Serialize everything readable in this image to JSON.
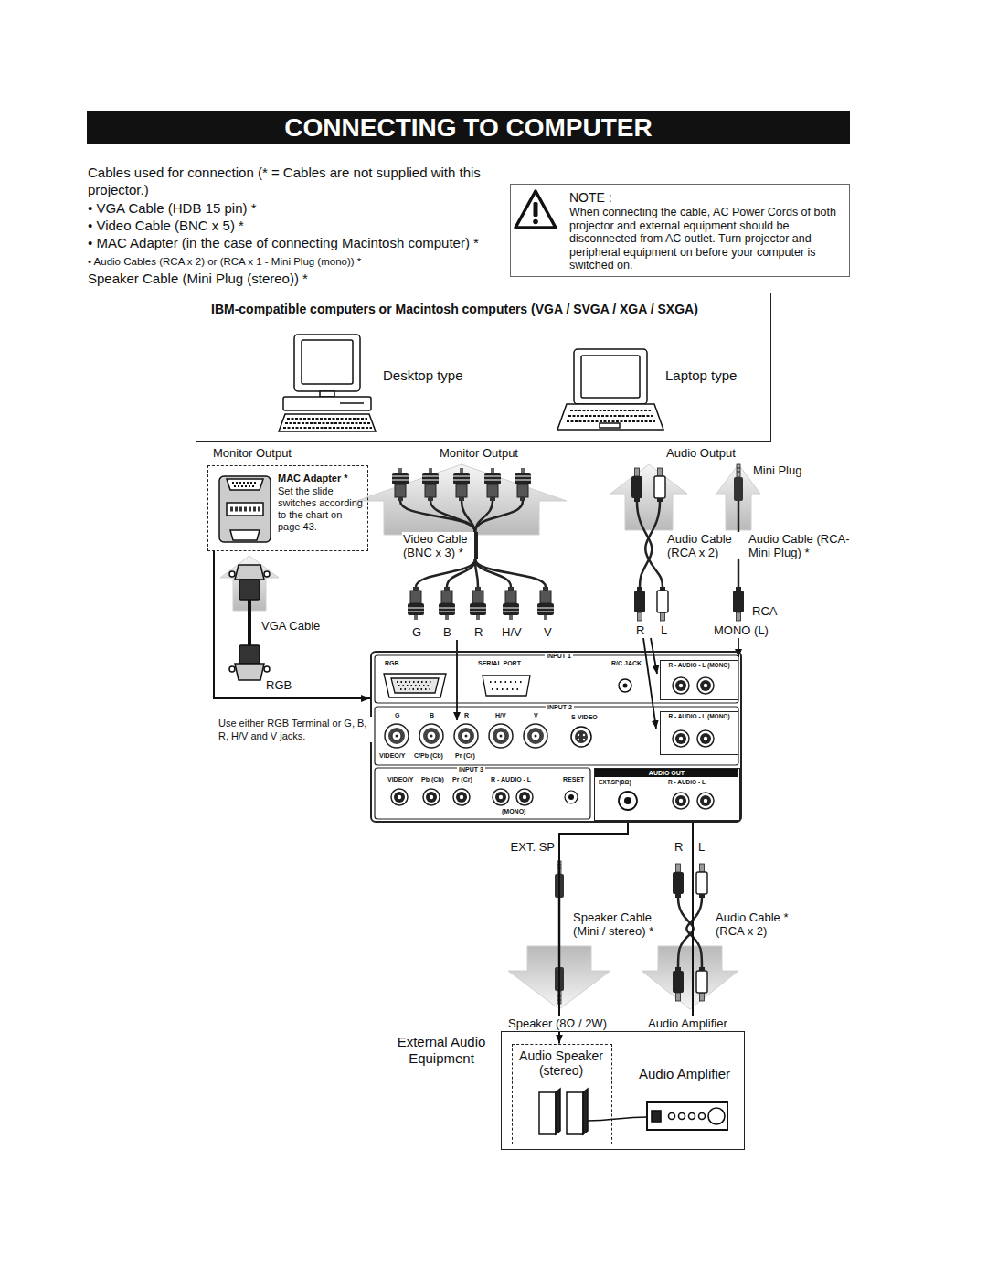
{
  "diagram": {
    "title": "CONNECTING TO COMPUTER",
    "nodes": [
      {
        "text": [
          "NOTE :",
          "When connecting the cable, AC Power Cords of both projector and external equipment should be disconnected from AC outlet. Turn projector and peripheral equipment on before your computer is switched on."
        ]
      },
      {
        "text": [
          "IBM-compatible computers or Macintosh computers (VGA / SVGA / XGA / SXGA)",
          "Desktop type",
          "Laptop type"
        ]
      },
      {
        "text": [
          "MAC Adapter *",
          "Set the slide switches according to the chart on page 43."
        ]
      },
      {
        "text": [
          "INPUT 1",
          "INPUT 2",
          "INPUT 3"
        ]
      },
      {
        "text": [
          "R - AUDIO - L (MONO)"
        ],
        "in": 3
      },
      {
        "text": [
          "R - AUDIO - L (MONO)"
        ],
        "in": 3
      },
      {
        "text": [
          "AUDIO OUT",
          "EXT.SP(8Ω)",
          "R - AUDIO - L"
        ],
        "in": 3
      },
      {
        "text": [
          "External Audio Equipment",
          "Audio Amplifier"
        ]
      },
      {
        "text": [
          "Audio Speaker (stereo)"
        ],
        "in": 7
      }
    ],
    "edges": [
      {
        "from": 2,
        "to": 3,
        "arrow": "to"
      },
      {
        "from": 6,
        "to": 8,
        "arrow": "to"
      },
      {
        "from": 6,
        "to": 7,
        "arrow": "to"
      }
    ],
    "labels": [
      "Cables used for connection (* = Cables are not supplied with this projector.)",
      "• VGA Cable (HDB 15 pin) *",
      "• Video Cable (BNC x 5) *",
      "• MAC Adapter (in the case of connecting Macintosh computer) *",
      "• Audio Cables (RCA x 2) or (RCA x 1 - Mini Plug (mono)) *",
      "Speaker Cable (Mini Plug (stereo)) *",
      "Monitor Output",
      "Monitor Output",
      "Audio Output",
      "Mini Plug",
      "Video Cable (BNC x 3) *",
      "Audio Cable (RCA x 2)",
      "Audio Cable (RCA-Mini Plug) *",
      "VGA Cable",
      "G",
      "B",
      "R",
      "H/V",
      "V",
      "R",
      "L",
      "RCA",
      "MONO (L)",
      "RGB",
      "Use either RGB Terminal or G, B, R, H/V and V jacks.",
      "RGB",
      "SERIAL PORT",
      "R/C JACK",
      "G",
      "B",
      "R",
      "H/V",
      "V",
      "S-VIDEO",
      "VIDEO/Y",
      "C/Pb (Cb)",
      "Pr (Cr)",
      "VIDEO/Y",
      "Pb (Cb)",
      "Pr (Cr)",
      "R - AUDIO - L",
      "(MONO)",
      "RESET",
      "EXT. SP",
      "R",
      "L",
      "Speaker Cable (Mini / stereo) *",
      "Audio Cable * (RCA x 2)",
      "Speaker (8Ω / 2W)",
      "Audio Amplifier"
    ]
  }
}
